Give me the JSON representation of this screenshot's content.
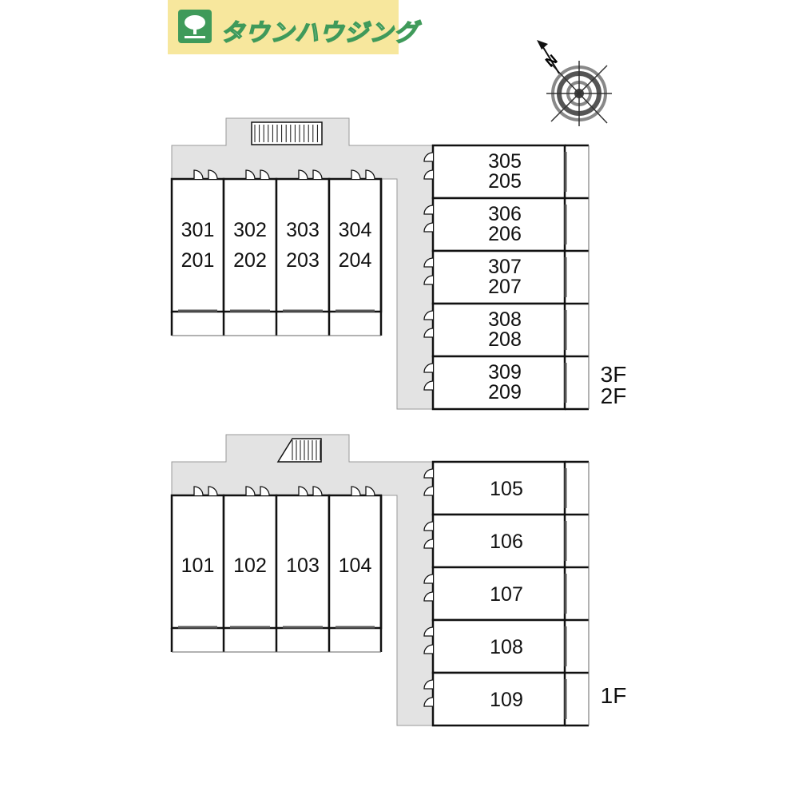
{
  "logo": {
    "text": "タウンハウジング",
    "brand_color": "#3f9a5a",
    "background": "#f7e79d",
    "icon": "tree-icon"
  },
  "compass": {
    "label": "N",
    "icon": "compass-rose-icon"
  },
  "colors": {
    "corridor": "#e3e3e3",
    "wall": "#111111",
    "room": "#ffffff"
  },
  "upper_floors": {
    "floor_labels": [
      "3F",
      "2F"
    ],
    "west_rooms": [
      {
        "top": "301",
        "bottom": "201"
      },
      {
        "top": "302",
        "bottom": "202"
      },
      {
        "top": "303",
        "bottom": "203"
      },
      {
        "top": "304",
        "bottom": "204"
      }
    ],
    "east_rooms": [
      {
        "top": "305",
        "bottom": "205"
      },
      {
        "top": "306",
        "bottom": "206"
      },
      {
        "top": "307",
        "bottom": "207"
      },
      {
        "top": "308",
        "bottom": "208"
      },
      {
        "top": "309",
        "bottom": "209"
      }
    ]
  },
  "ground_floor": {
    "floor_label": "1F",
    "west_rooms": [
      "101",
      "102",
      "103",
      "104"
    ],
    "east_rooms": [
      "105",
      "106",
      "107",
      "108",
      "109"
    ]
  }
}
